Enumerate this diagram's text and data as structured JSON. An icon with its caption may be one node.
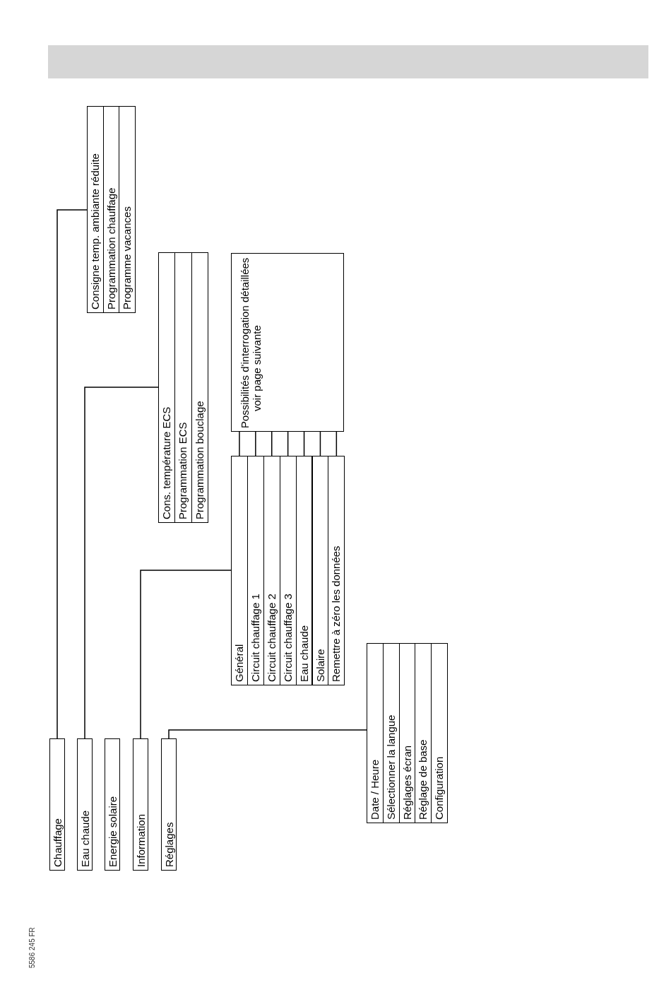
{
  "diagram": {
    "nodes": [
      {
        "text": [
          "Chauffage"
        ]
      },
      {
        "text": [
          "Eau chaude"
        ]
      },
      {
        "text": [
          "Energie solaire"
        ]
      },
      {
        "text": [
          "Information"
        ]
      },
      {
        "text": [
          "Réglages"
        ]
      },
      {
        "text": [
          "Consigne temp. ambiante réduite"
        ]
      },
      {
        "text": [
          "Programmation chauffage"
        ]
      },
      {
        "text": [
          "Programme vacances"
        ]
      },
      {
        "text": [
          "Cons. température ECS"
        ]
      },
      {
        "text": [
          "Programmation ECS"
        ]
      },
      {
        "text": [
          "Programmation bouclage"
        ]
      },
      {
        "text": [
          "Général"
        ]
      },
      {
        "text": [
          "Circuit chauffage 1"
        ]
      },
      {
        "text": [
          "Circuit chauffage 2"
        ]
      },
      {
        "text": [
          "Circuit chauffage 3"
        ]
      },
      {
        "text": [
          "Eau chaude"
        ]
      },
      {
        "text": [
          "Solaire"
        ]
      },
      {
        "text": [
          "Remettre à zéro les données"
        ]
      },
      {
        "text": [
          "Possibilités d'interrogation détaillées voir page suivante"
        ]
      },
      {
        "text": [
          "Date / Heure"
        ]
      },
      {
        "text": [
          "Sélectionner la langue"
        ]
      },
      {
        "text": [
          "Réglages écran"
        ]
      },
      {
        "text": [
          "Réglage de base"
        ]
      },
      {
        "text": [
          "Configuration"
        ]
      }
    ],
    "edges": [
      {
        "from": 0,
        "to": 5,
        "arrow": "none"
      },
      {
        "from": 1,
        "to": 8,
        "arrow": "none"
      },
      {
        "from": 3,
        "to": 11,
        "arrow": "none"
      },
      {
        "from": 4,
        "to": 19,
        "arrow": "none"
      },
      {
        "from": 11,
        "to": 18,
        "arrow": "none"
      },
      {
        "from": 12,
        "to": 18,
        "arrow": "none"
      },
      {
        "from": 13,
        "to": 18,
        "arrow": "none"
      },
      {
        "from": 14,
        "to": 18,
        "arrow": "none"
      },
      {
        "from": 15,
        "to": 18,
        "arrow": "none"
      },
      {
        "from": 16,
        "to": 18,
        "arrow": "none"
      },
      {
        "from": 17,
        "to": 18,
        "arrow": "none"
      }
    ],
    "labels": [
      "5586 245 FR"
    ]
  }
}
